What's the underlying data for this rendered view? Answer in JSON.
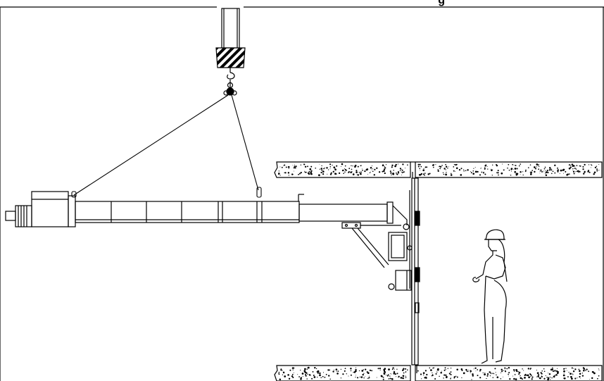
{
  "header": {
    "title_fragment": "g"
  },
  "colors": {
    "line": "#000000",
    "background": "#ffffff",
    "concrete_speckle": "#000000",
    "hazard_stripe": "#000000"
  },
  "components": [
    "crane-hook",
    "rigging-slings",
    "drill-motor",
    "drill-barrel",
    "extension-tube",
    "support-strut",
    "clamp-carriage",
    "wall-mount-plate",
    "upper-concrete-slab",
    "lower-concrete-slab",
    "worker-with-hard-hat"
  ]
}
